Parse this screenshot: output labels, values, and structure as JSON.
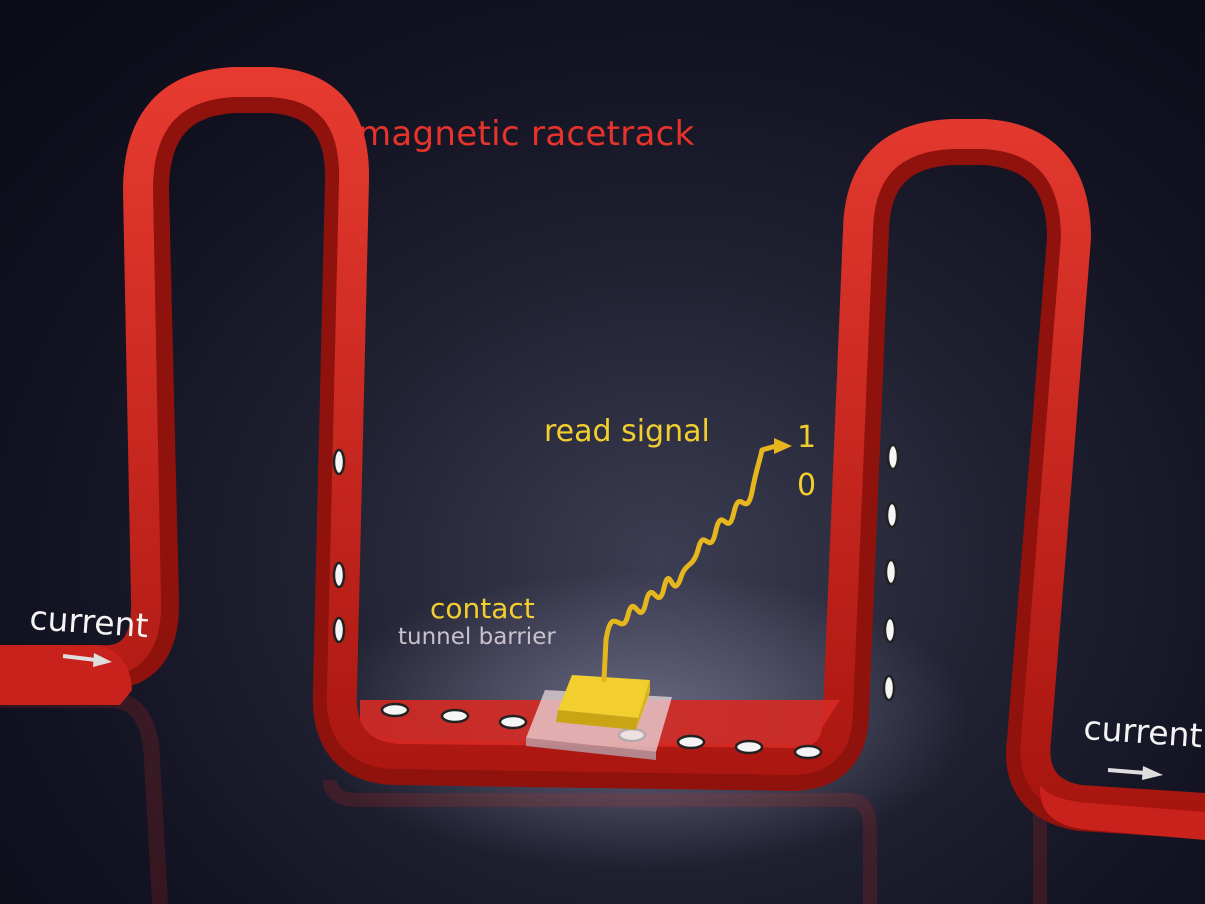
{
  "labels": {
    "title": "magnetic racetrack",
    "read_signal": "read signal",
    "bit_one": "1",
    "bit_zero": "0",
    "contact": "contact",
    "tunnel_barrier": "tunnel barrier",
    "current_left": "current",
    "current_right": "current"
  },
  "colors": {
    "track": "#d62a23",
    "signal": "#f2cf2e",
    "current_label": "#f4f4f4",
    "barrier_label": "#c9c2cc"
  },
  "icons": [
    "current-arrow-icon",
    "signal-arrow-icon"
  ]
}
